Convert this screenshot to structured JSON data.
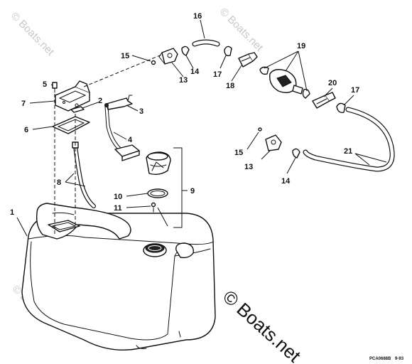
{
  "diagram": {
    "callouts": [
      "1",
      "2",
      "3",
      "4",
      "5",
      "6",
      "7",
      "8",
      "9",
      "10",
      "11",
      "13",
      "14",
      "15",
      "16",
      "17",
      "18",
      "19",
      "20",
      "21"
    ],
    "watermark_text": "© Boats.net",
    "watermark_corner": "© Boats.ne",
    "drawing_code": "PCA0688B",
    "drawing_date": "9-93"
  }
}
